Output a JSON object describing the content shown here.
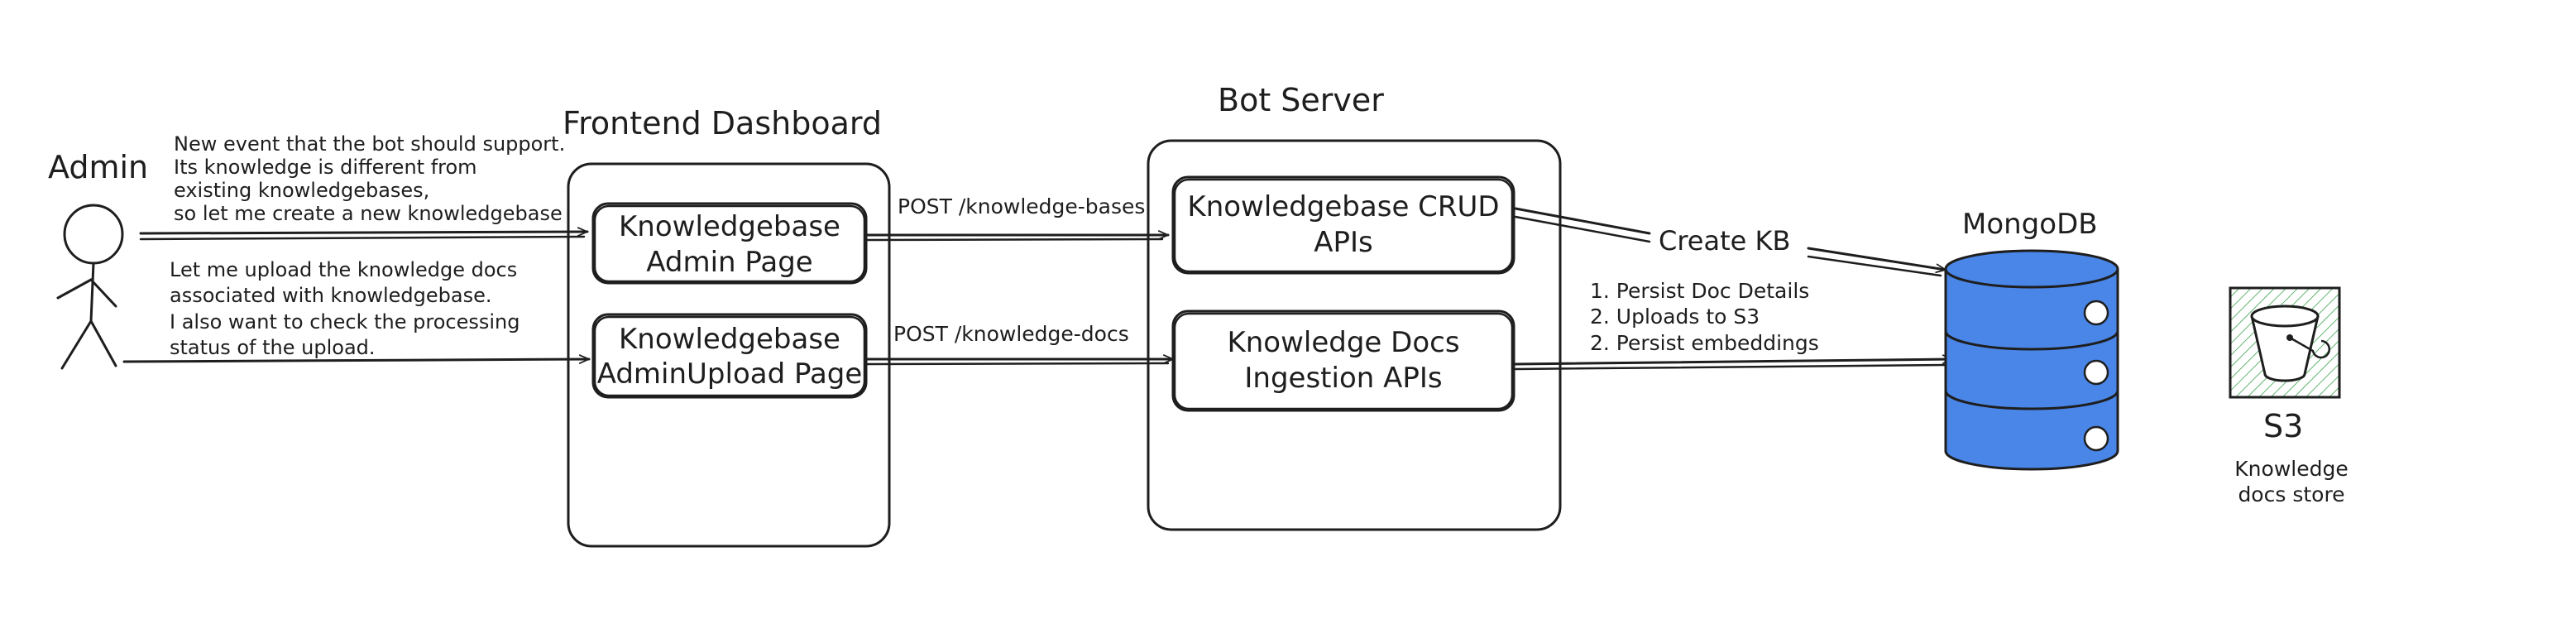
{
  "actor": {
    "label": "Admin"
  },
  "notes": {
    "create": [
      "New event that the bot should support.",
      "Its knowledge is different from",
      "existing knowledgebases,",
      "so let me create a new knowledgebase"
    ],
    "upload": [
      "Let me upload the knowledge docs",
      " associated with knowledgebase.",
      "I also want to check the processing",
      " status of the upload."
    ]
  },
  "frontend": {
    "title": "Frontend Dashboard",
    "pages": [
      {
        "lines": [
          "Knowledgebase",
          "Admin Page"
        ]
      },
      {
        "lines": [
          "Knowledgebase",
          "AdminUpload Page"
        ]
      }
    ]
  },
  "bot_server": {
    "title": "Bot Server",
    "apis": [
      {
        "lines": [
          "Knowledgebase CRUD",
          "APIs"
        ]
      },
      {
        "lines": [
          "Knowledge Docs",
          "Ingestion APIs"
        ]
      }
    ]
  },
  "edges": {
    "post_kb": "POST /knowledge-bases",
    "post_docs": "POST /knowledge-docs",
    "create_kb": "Create KB",
    "ingestion_steps": [
      "1. Persist Doc Details",
      "2. Uploads to S3",
      "2. Persist embeddings"
    ]
  },
  "mongodb": {
    "label": "MongoDB",
    "color": "#4a86e8"
  },
  "s3": {
    "label": "S3",
    "caption": [
      "Knowledge",
      "docs store"
    ],
    "color": "#2f9e44"
  },
  "colors": {
    "ink": "#1e1e1e"
  }
}
